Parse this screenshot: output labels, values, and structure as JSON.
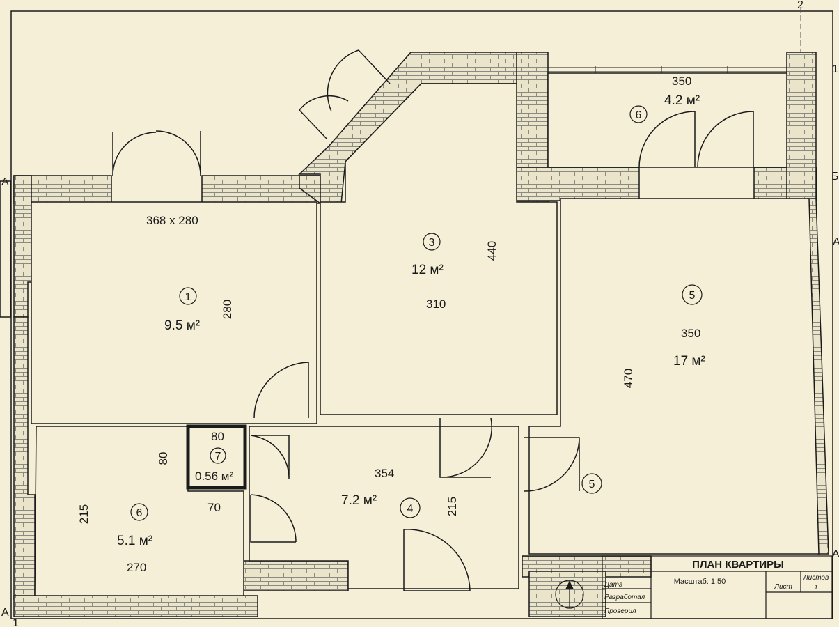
{
  "title_block": {
    "title": "ПЛАН КВАРТИРЫ",
    "scale": "Масштаб: 1:50",
    "sheet_label": "Лист",
    "sheets_label": "Листов",
    "sheets_count": "1",
    "date_label": "Дата",
    "developed_label": "Разработал",
    "checked_label": "Проверил"
  },
  "axes": {
    "a_top_left": "A",
    "a_bottom_left": "A",
    "a_right_upper": "A",
    "a_right_lower": "A",
    "b_right": "Б",
    "one_right": "1",
    "one_bottom": "1",
    "two_top": "2"
  },
  "rooms": [
    {
      "number": "1",
      "area": "9.5 м²",
      "dims": [
        "368 x 280",
        "280"
      ]
    },
    {
      "number": "3",
      "area": "12 м²",
      "dims": [
        "440",
        "310"
      ]
    },
    {
      "number": "5",
      "area": "17 м²",
      "dims": [
        "350",
        "470"
      ]
    },
    {
      "number": "6",
      "area": "4.2 м²",
      "dims": [
        "350"
      ]
    },
    {
      "number": "7",
      "area": "0.56 м²",
      "dims": [
        "80"
      ]
    },
    {
      "number": "6",
      "area": "5.1 м²",
      "dims": [
        "80",
        "215",
        "70",
        "270"
      ]
    },
    {
      "number": "4",
      "area": "7.2 м²",
      "dims": [
        "354",
        "215"
      ]
    },
    {
      "number": "5"
    }
  ],
  "colors": {
    "background": "#f4efd6",
    "wall_fill": "#e9e4ca",
    "line": "#1a1a1a",
    "brick_line": "#8a8a80"
  }
}
